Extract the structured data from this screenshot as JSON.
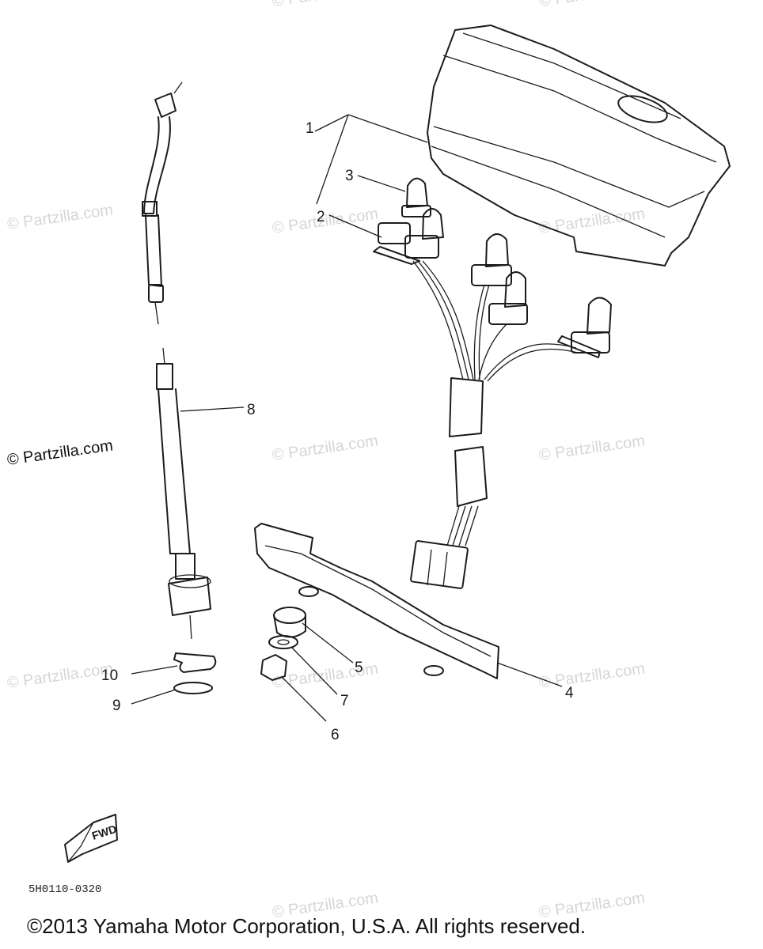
{
  "callouts": [
    {
      "num": "1"
    },
    {
      "num": "2"
    },
    {
      "num": "3"
    },
    {
      "num": "4"
    },
    {
      "num": "5"
    },
    {
      "num": "6"
    },
    {
      "num": "7"
    },
    {
      "num": "8"
    },
    {
      "num": "9"
    },
    {
      "num": "10"
    }
  ],
  "watermark": "© Partzilla.com",
  "fwd_label": "FWD",
  "drawing_code": "5H0110-0320",
  "copyright": "©2013 Yamaha Motor Corporation, U.S.A. All rights reserved.",
  "colors": {
    "line": "#1c1c1c",
    "watermark": "#d6d6d6",
    "background": "#ffffff"
  }
}
